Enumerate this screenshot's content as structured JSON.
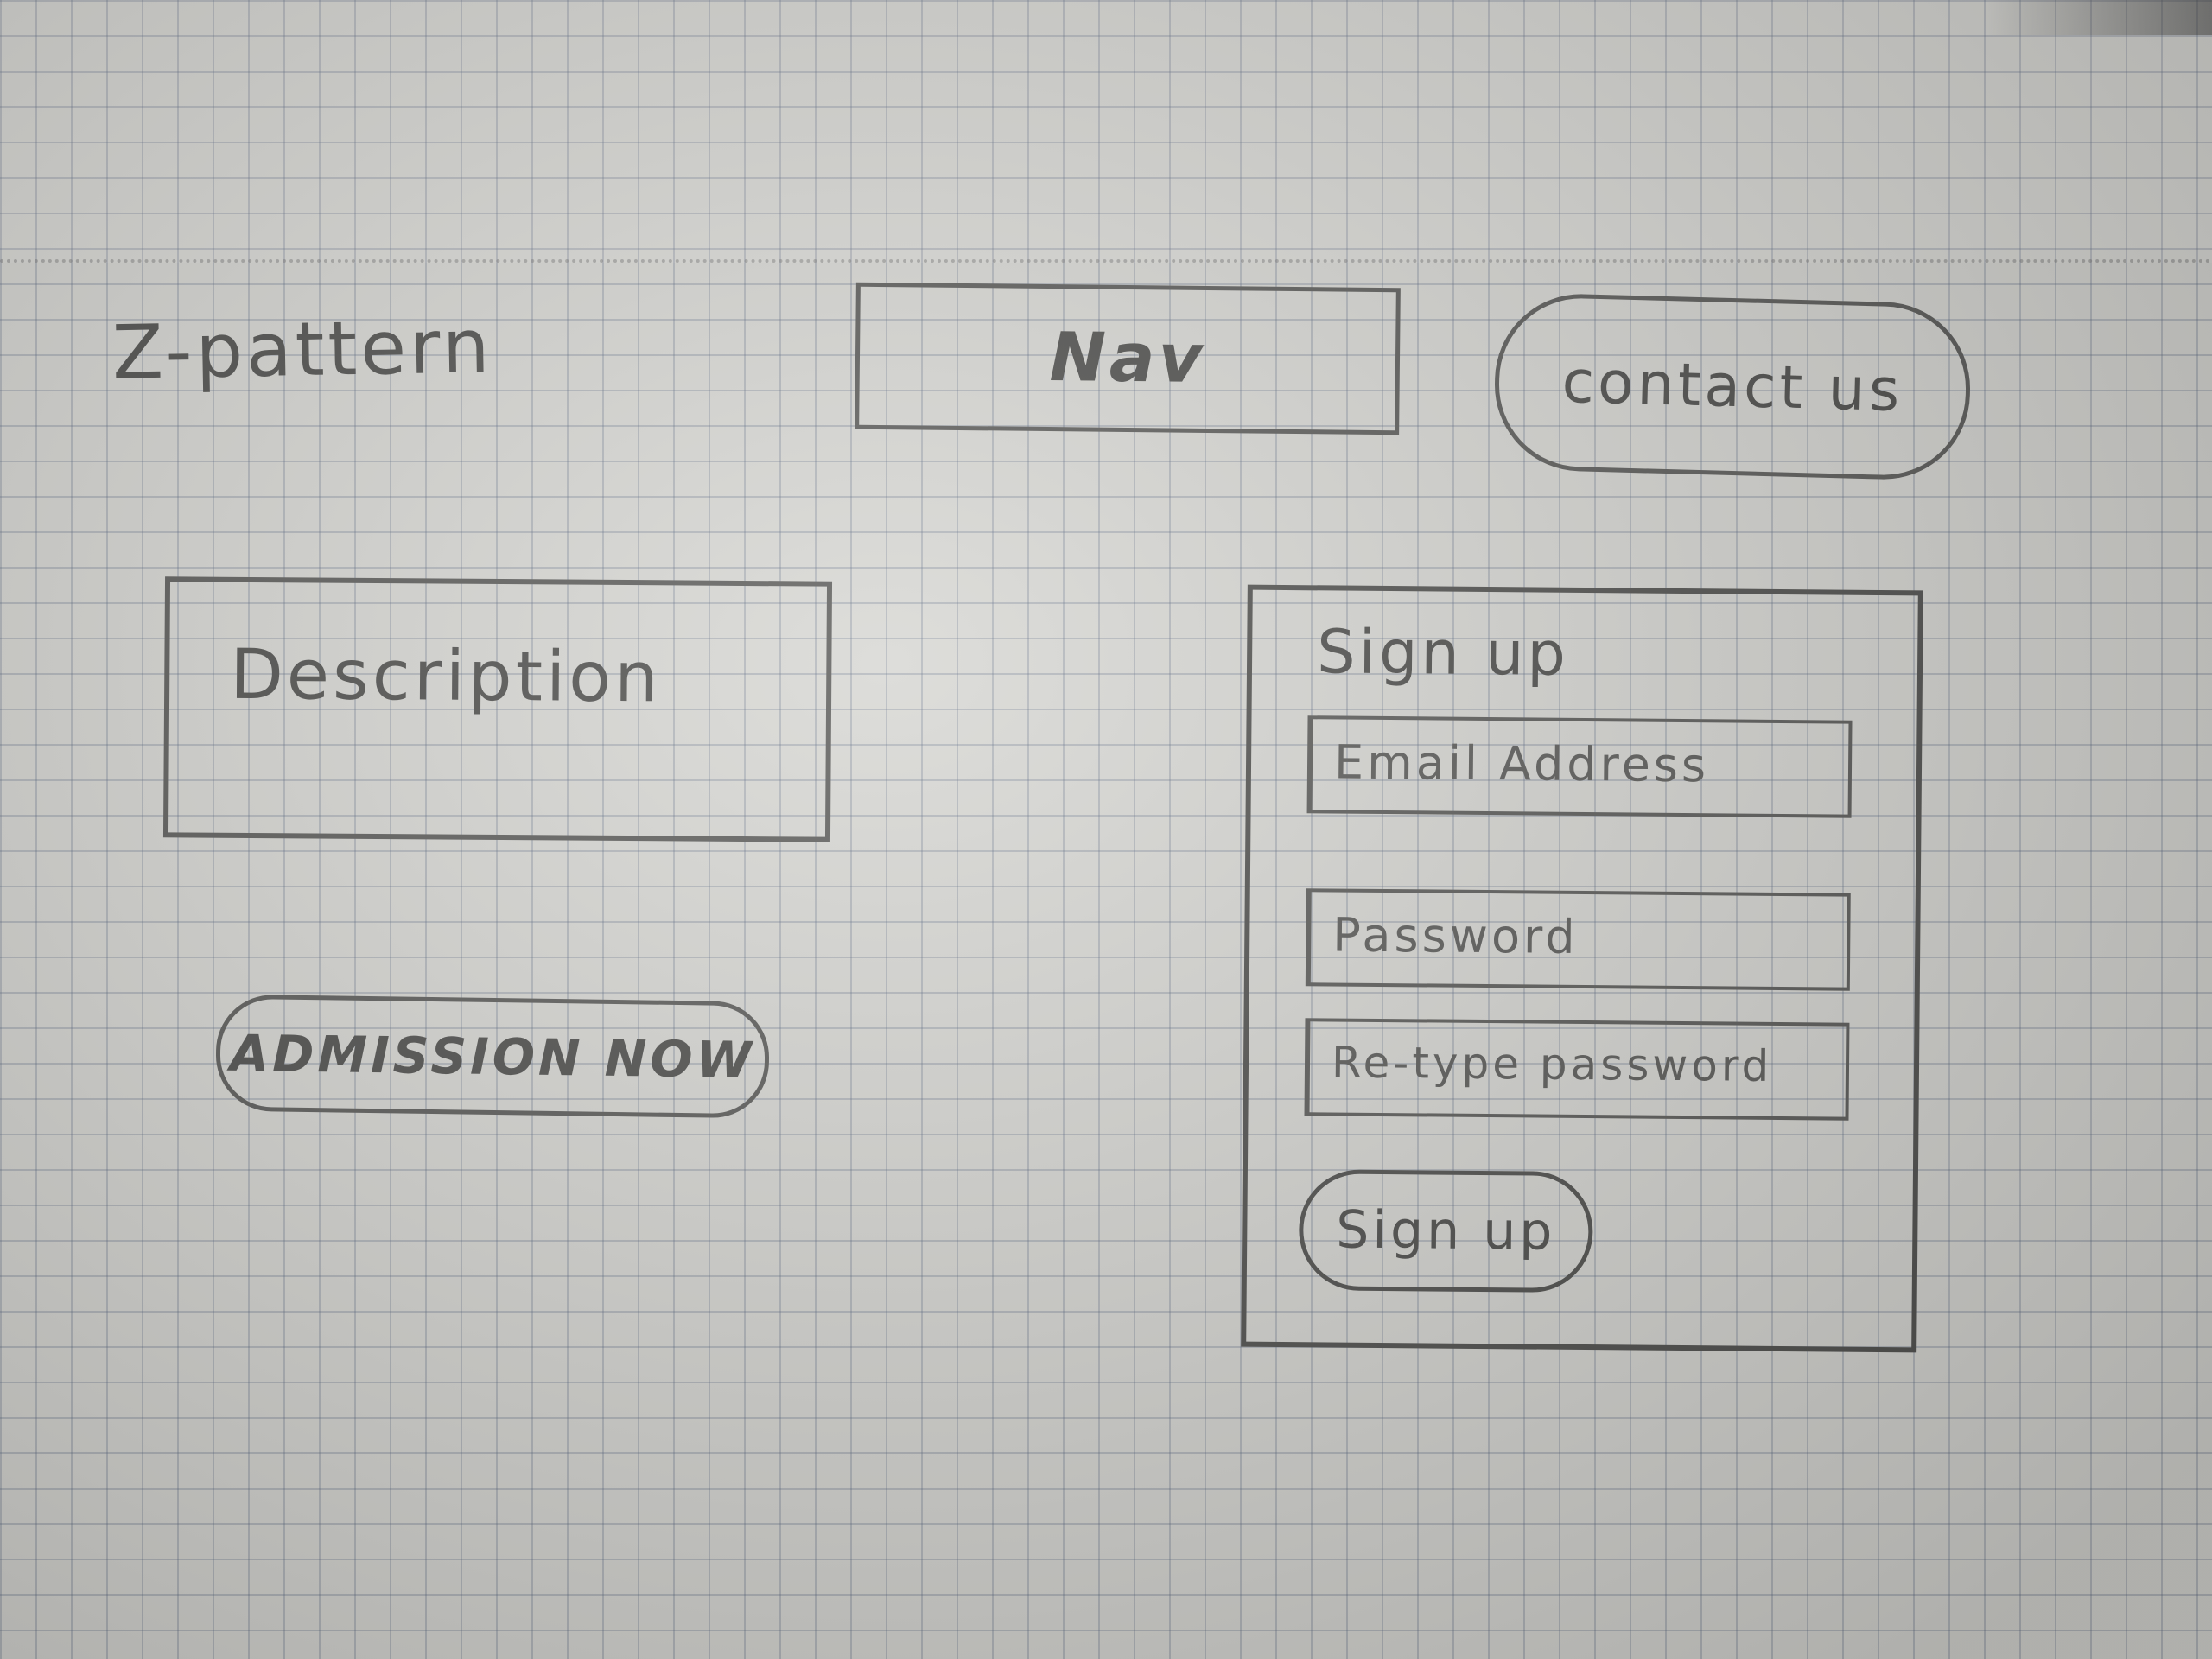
{
  "header": {
    "logo_text": "Z-pattern",
    "nav_label": "Nav",
    "contact_label": "contact us"
  },
  "hero": {
    "description_label": "Description",
    "cta_label": "ADMISSION NOW"
  },
  "signup": {
    "title": "Sign up",
    "email_placeholder": "Email Address",
    "password_placeholder": "Password",
    "retype_placeholder": "Re-type password",
    "submit_label": "Sign up"
  }
}
